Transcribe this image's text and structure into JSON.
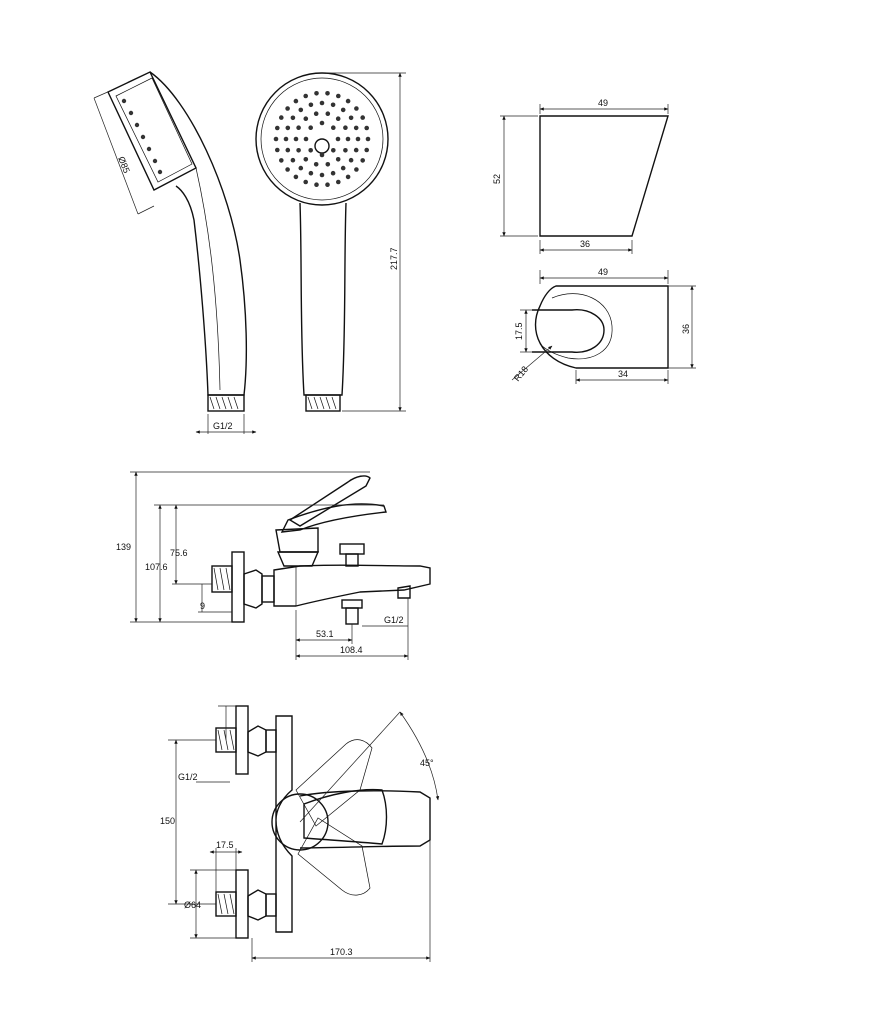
{
  "hand_shower": {
    "face_diameter": "Ø85",
    "length": "217.7",
    "thread": "G1/2"
  },
  "holder_side": {
    "width": "49",
    "height": "52",
    "base": "36"
  },
  "holder_top": {
    "width": "49",
    "depth": "36",
    "slot": "17.5",
    "radius": "R18",
    "base": "34"
  },
  "mixer_front": {
    "total_height": "139",
    "height_1": "107.6",
    "height_2": "75.6",
    "offset": "9",
    "outlet_distance": "53.1",
    "outlet_thread": "G1/2",
    "depth": "108.4"
  },
  "mixer_top": {
    "angle": "45°",
    "inlet_thread": "G1/2",
    "centers": "150",
    "nut_width": "17.5",
    "flange": "Ø64",
    "length": "170.3"
  }
}
